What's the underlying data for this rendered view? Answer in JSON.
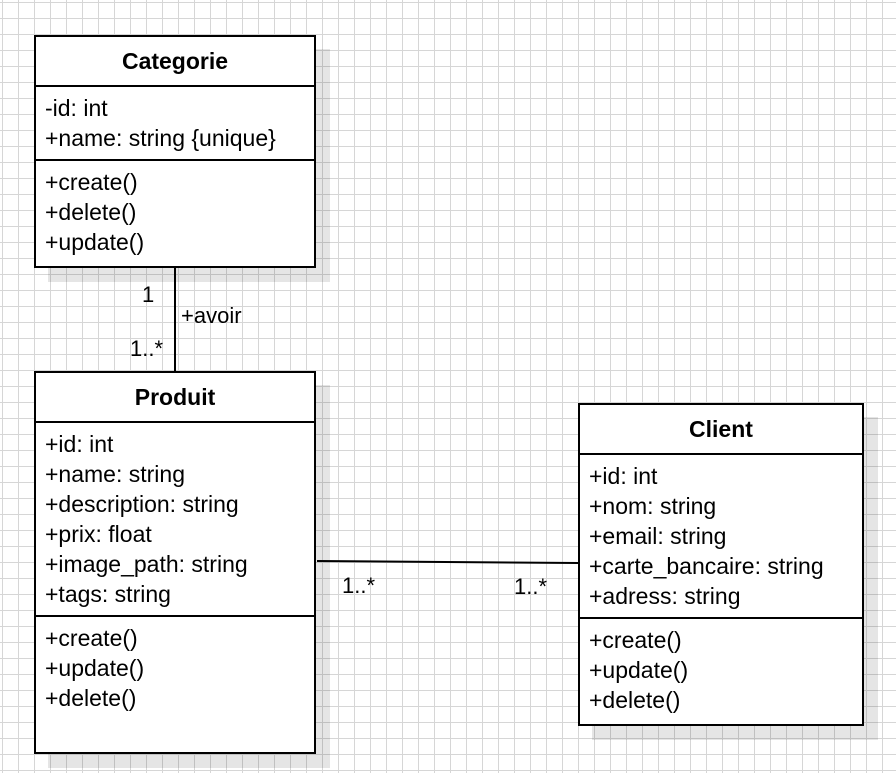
{
  "classes": {
    "categorie": {
      "name": "Categorie",
      "attributes": [
        "-id: int",
        "+name: string {unique}"
      ],
      "methods": [
        "+create()",
        "+delete()",
        "+update()"
      ]
    },
    "produit": {
      "name": "Produit",
      "attributes": [
        "+id: int",
        "+name: string",
        "+description: string",
        "+prix: float",
        "+image_path: string",
        "+tags: string"
      ],
      "methods": [
        "+create()",
        "+update()",
        "+delete()"
      ]
    },
    "client": {
      "name": "Client",
      "attributes": [
        "+id: int",
        "+nom: string",
        "+email: string",
        "+carte_bancaire: string",
        "+adress: string"
      ],
      "methods": [
        "+create()",
        "+update()",
        "+delete()"
      ]
    }
  },
  "associations": {
    "categorie_produit": {
      "role": "+avoir",
      "source_multiplicity": "1",
      "target_multiplicity": "1..*"
    },
    "produit_client": {
      "source_multiplicity": "1..*",
      "target_multiplicity": "1..*"
    }
  }
}
